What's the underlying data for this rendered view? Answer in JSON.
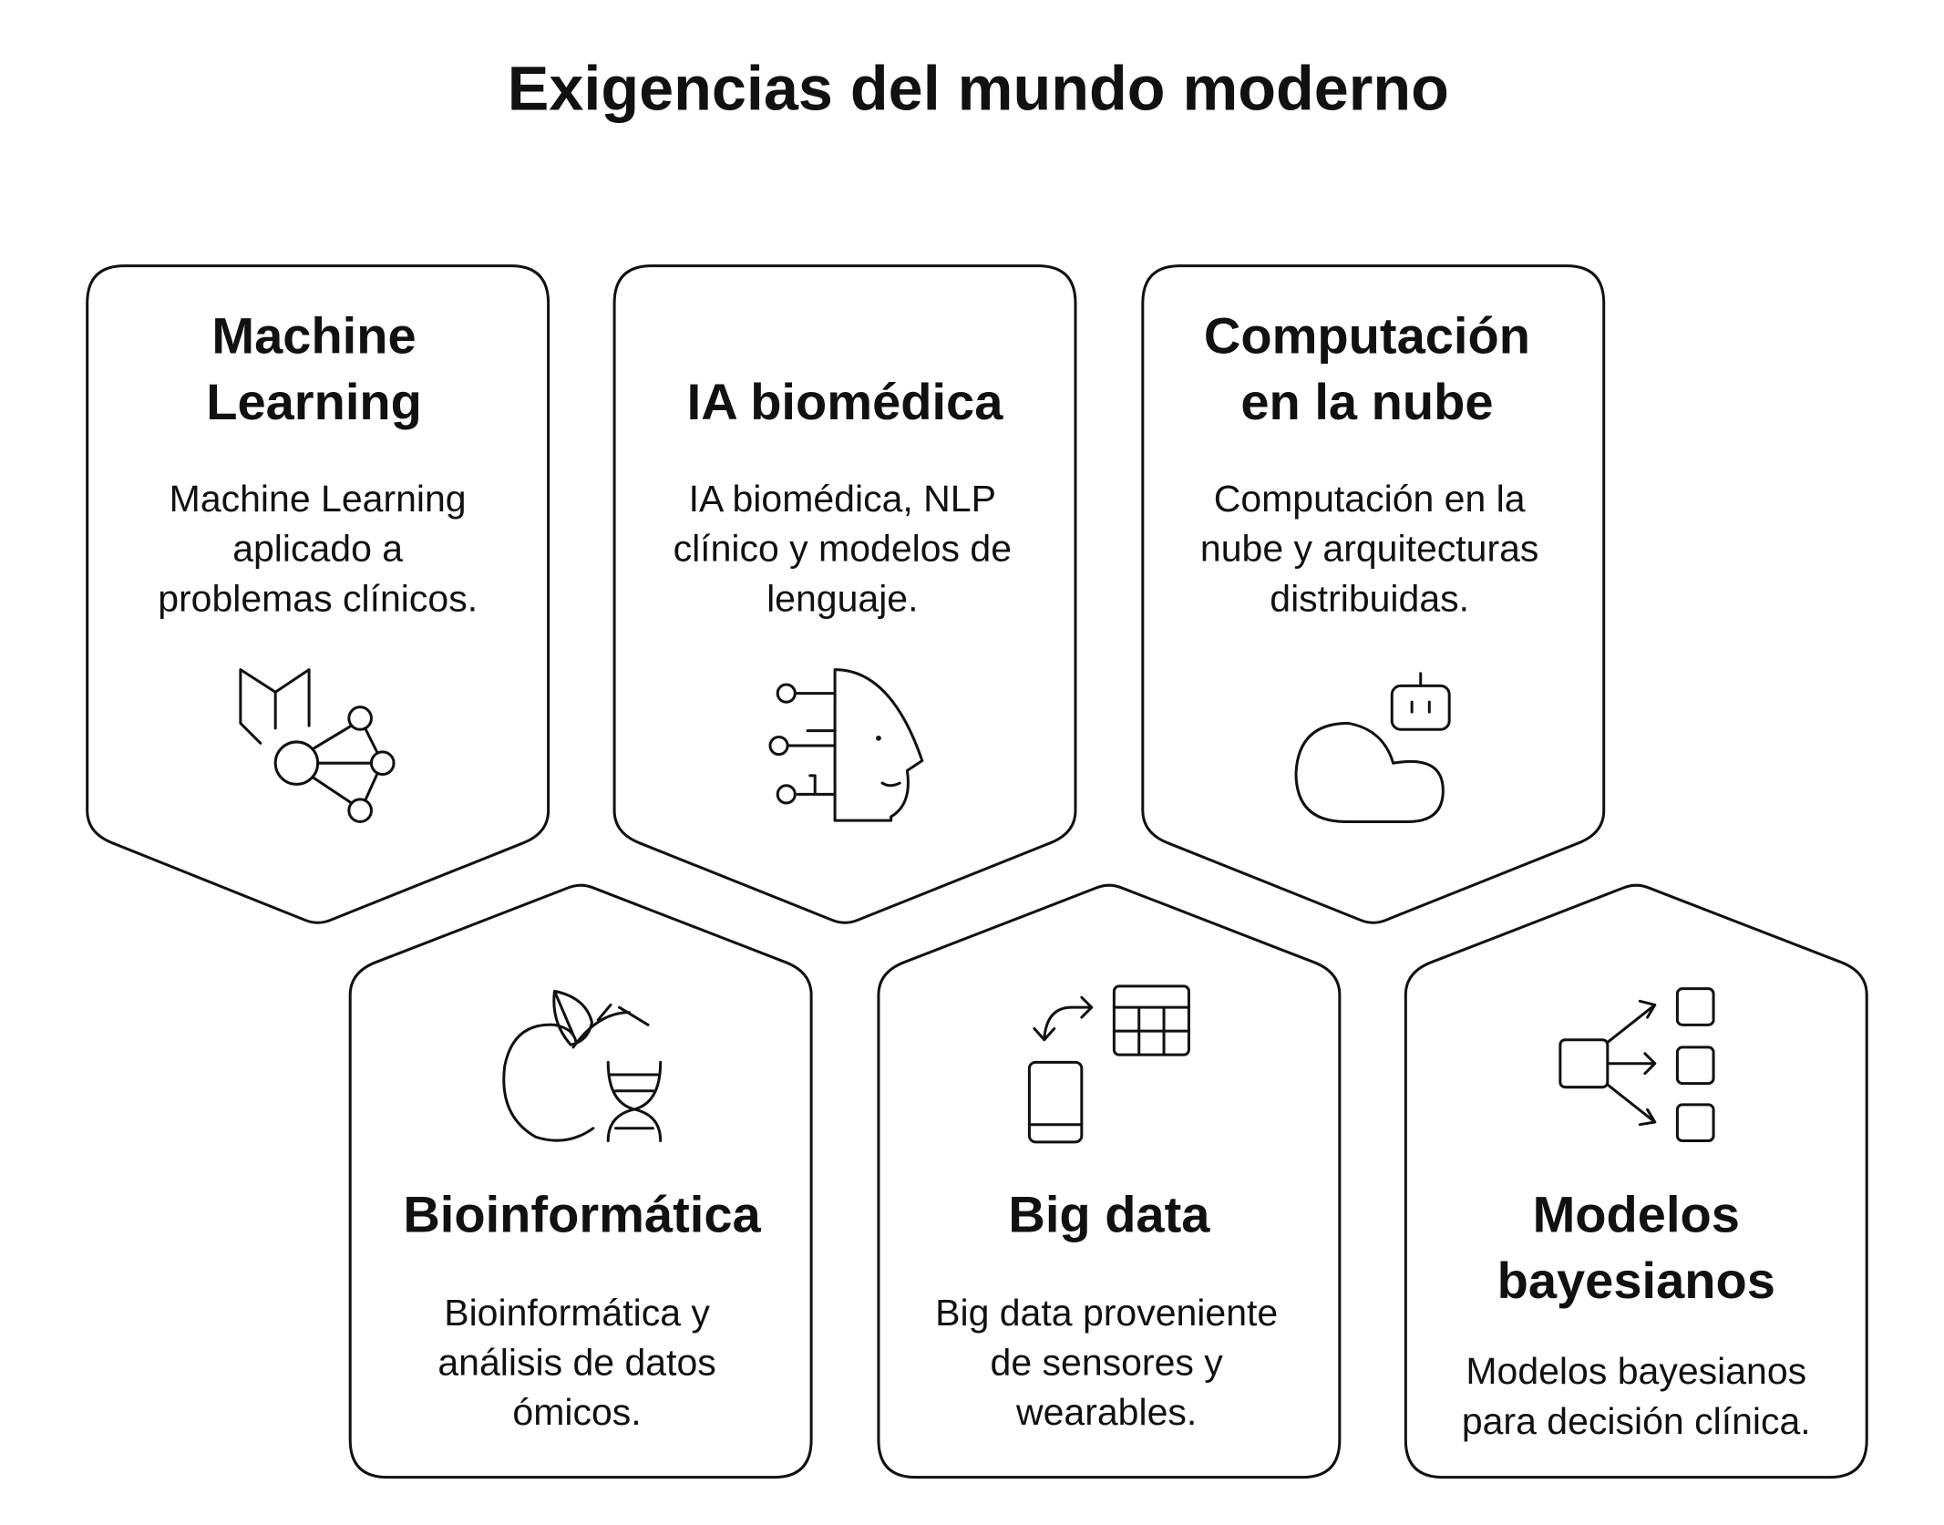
{
  "title": "Exigencias del mundo moderno",
  "cards": [
    {
      "title_lines": [
        "Machine",
        "Learning"
      ],
      "desc_lines": [
        "Machine Learning",
        "aplicado a",
        "problemas clínicos."
      ],
      "icon": "ml-network-icon"
    },
    {
      "title_lines": [
        "IA biomédica"
      ],
      "desc_lines": [
        "IA biomédica, NLP",
        "clínico y modelos de",
        "lenguaje."
      ],
      "icon": "ai-head-icon"
    },
    {
      "title_lines": [
        "Computación",
        "en la nube"
      ],
      "desc_lines": [
        "Computación en la",
        "nube y arquitecturas",
        "distribuidas."
      ],
      "icon": "cloud-robot-icon"
    },
    {
      "title_lines": [
        "Bioinformática"
      ],
      "desc_lines": [
        "Bioinformática y",
        "análisis de datos",
        "ómicos."
      ],
      "icon": "apple-dna-icon"
    },
    {
      "title_lines": [
        "Big data"
      ],
      "desc_lines": [
        "Big data proveniente",
        "de sensores y",
        "wearables."
      ],
      "icon": "phone-table-sync-icon"
    },
    {
      "title_lines": [
        "Modelos",
        "bayesianos"
      ],
      "desc_lines": [
        "Modelos bayesianos",
        "para decisión clínica."
      ],
      "icon": "decision-tree-icon"
    }
  ]
}
